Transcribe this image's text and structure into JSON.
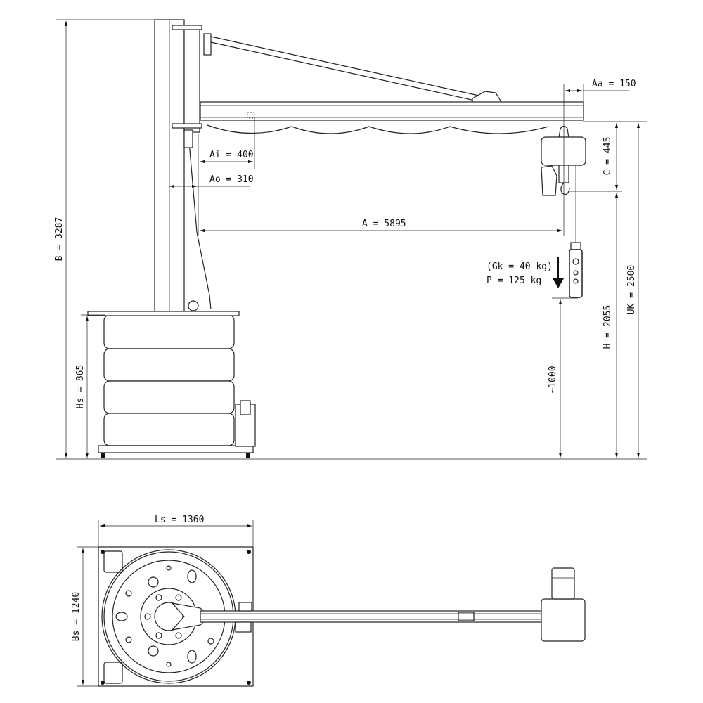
{
  "dimensions": {
    "aa": "Aa = 150",
    "c": "C = 445",
    "uk": "UK = 2500",
    "h": "H = 2055",
    "approx": "~1000",
    "a": "A = 5895",
    "ai": "Ai = 400",
    "ao": "Ao = 310",
    "b": "B = 3287",
    "hs": "Hs = 865",
    "ls": "Ls = 1360",
    "bs": "Bs = 1240"
  },
  "load": {
    "gk": "(Gk = 40 kg)",
    "p": "P = 125 kg"
  }
}
